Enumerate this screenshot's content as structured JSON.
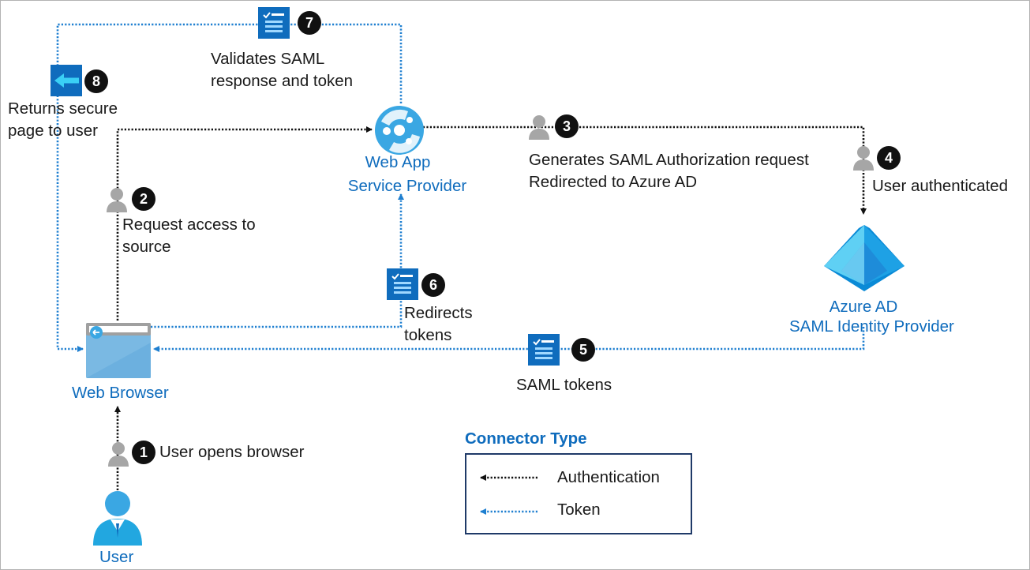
{
  "colors": {
    "accent_blue": "#0f6cbd",
    "auth_line": "#111111",
    "token_line": "#1e7fd0",
    "badge": "#111111",
    "person_gray": "#a6a6a6",
    "legend_border": "#1f3a68"
  },
  "nodes": {
    "web_app": {
      "title_line1": "Web App",
      "title_line2": "Service Provider",
      "icon": "app-service-icon"
    },
    "web_browser": {
      "title": "Web Browser",
      "icon": "browser-window-icon"
    },
    "azure_ad": {
      "title_line1": "Azure AD",
      "title_line2": "SAML Identity Provider",
      "icon": "azure-ad-pyramid-icon"
    },
    "user": {
      "title": "User",
      "icon": "user-icon"
    }
  },
  "steps": [
    {
      "number": "1",
      "text_line1": "User opens browser",
      "text_line2": "",
      "icon": "person-icon"
    },
    {
      "number": "2",
      "text_line1": "Request access to",
      "text_line2": "source",
      "icon": "person-icon"
    },
    {
      "number": "3",
      "text_line1": "Generates SAML Authorization request",
      "text_line2": "Redirected to Azure AD",
      "icon": "person-icon"
    },
    {
      "number": "4",
      "text_line1": "User authenticated",
      "text_line2": "",
      "icon": "person-icon"
    },
    {
      "number": "5",
      "text_line1": "SAML tokens",
      "text_line2": "",
      "icon": "token-doc-icon"
    },
    {
      "number": "6",
      "text_line1": "Redirects",
      "text_line2": "tokens",
      "icon": "token-doc-icon"
    },
    {
      "number": "7",
      "text_line1": "Validates SAML",
      "text_line2": "response and token",
      "icon": "token-doc-icon"
    },
    {
      "number": "8",
      "text_line1": "Returns secure",
      "text_line2": "page to user",
      "icon": "return-arrow-icon"
    }
  ],
  "legend": {
    "title": "Connector Type",
    "items": [
      {
        "label": "Authentication",
        "style": "black-dotted-arrow"
      },
      {
        "label": "Token",
        "style": "blue-dotted-arrow"
      }
    ]
  }
}
